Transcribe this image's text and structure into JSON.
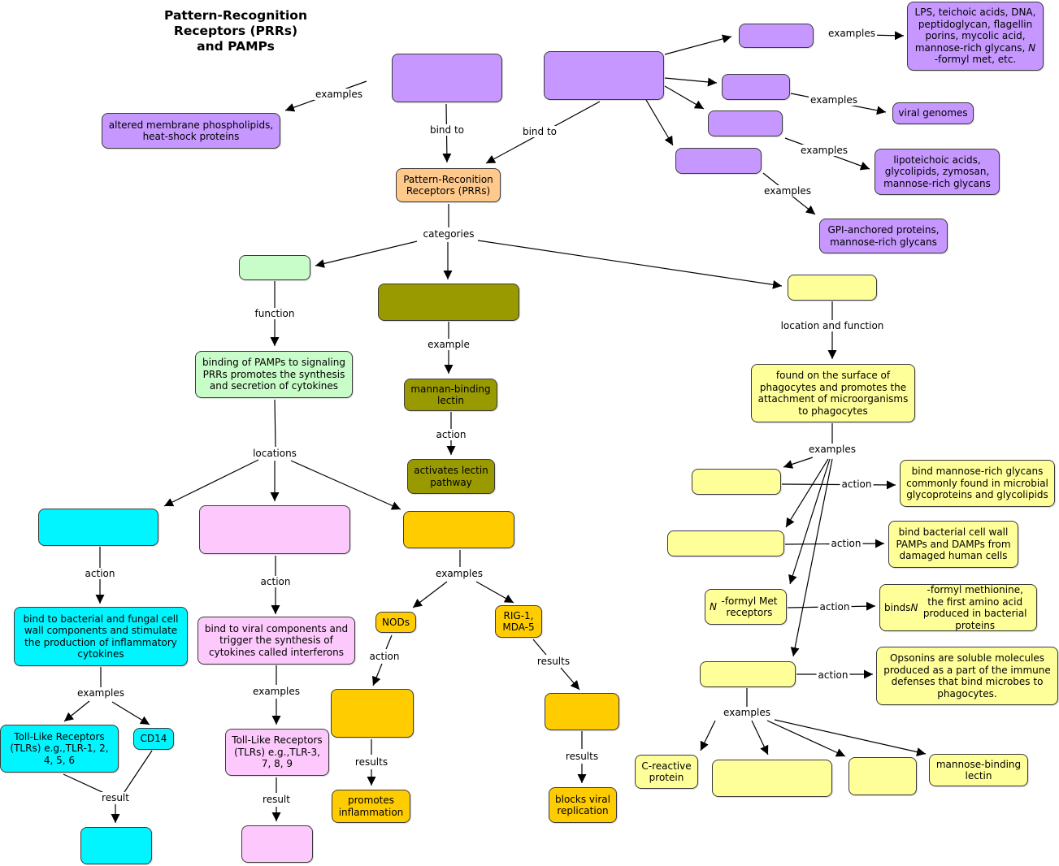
{
  "title": "Pattern-Recognition\nReceptors (PRRs)\nand PAMPs",
  "colors": {
    "purple": "#c597ff",
    "orange": "#ffc98c",
    "green": "#c8fcc8",
    "olive": "#999900",
    "yellow": "#ffff99",
    "cyan": "#00f5ff",
    "pink": "#fdc8fc",
    "gold": "#ffcc00",
    "line": "#000000"
  },
  "nodes": {
    "damp_box": "",
    "damp_examples": "altered membrane phospholipids, heat-shock proteins",
    "pamp_box": "",
    "pamp_bacteria": "",
    "pamp_bacteria_examples": "LPS, teichoic acids, DNA, peptidoglycan, flagellin porins, mycolic acid, mannose-rich glycans, N -formyl met, etc.",
    "pamp_virus": "",
    "pamp_virus_examples": "viral genomes",
    "pamp_fungi": "",
    "pamp_fungi_examples": "lipoteichoic acids, glycolipids, zymosan, mannose-rich glycans",
    "pamp_protozoa": "",
    "pamp_protozoa_examples": "GPI-anchored proteins, mannose-rich glycans",
    "prr": "Pattern-Reconition Receptors (PRRs)",
    "signaling": "",
    "signaling_function": "binding of PAMPs to signaling PRRs promotes the synthesis and secretion of cytokines",
    "secreted": "",
    "mbl": "mannan-binding lectin",
    "lectin_pathway": "activates lectin pathway",
    "endocytic": "",
    "endocytic_function": "found on the surface of phagocytes and promotes the attachment of microorganisms to phagocytes",
    "mannose_receptor": "",
    "mannose_action": "bind mannose-rich glycans commonly found in microbial glycoproteins and glycolipids",
    "scavenger": "",
    "scavenger_action": "bind bacterial cell wall PAMPs and DAMPs from damaged human cells",
    "nformyl": "N -formyl Met receptors",
    "nformyl_action": "binds N -formyl methionine, the first amino acid produced in bacterial proteins",
    "opsonin": "",
    "opsonin_action": "Opsonins are soluble molecules produced as a part of the immune defenses that bind microbes to phagocytes.",
    "crp": "C-reactive protein",
    "opsonin_ex2": "",
    "opsonin_ex3": "",
    "mbl2": "mannose-binding lectin",
    "surface": "",
    "surface_action": "bind to bacterial and fungal cell wall components and stimulate the production of inflammatory cytokines",
    "tlr_surface": "Toll-Like Receptors (TLRs) e.g.,TLR-1, 2, 4, 5, 6",
    "cd14": "CD14",
    "surface_result": "",
    "endosomal": "",
    "endosomal_action": "bind to viral components and trigger the synthesis of cytokines called interferons",
    "tlr_endo": "Toll-Like Receptors (TLRs) e.g.,TLR-3, 7, 8, 9",
    "endo_result": "",
    "cytoplasmic": "",
    "nods": "NODs",
    "rig": "RIG-1, MDA-5",
    "nod_action_box": "",
    "promotes": "promotes inflammation",
    "rig_result_box": "",
    "blocks": "blocks viral replication"
  },
  "labels": {
    "examples": "examples",
    "bind_to": "bind to",
    "categories": "categories",
    "function": "function",
    "example": "example",
    "action": "action",
    "location_and_function": "location and function",
    "locations": "locations",
    "results": "results",
    "result": "result"
  }
}
